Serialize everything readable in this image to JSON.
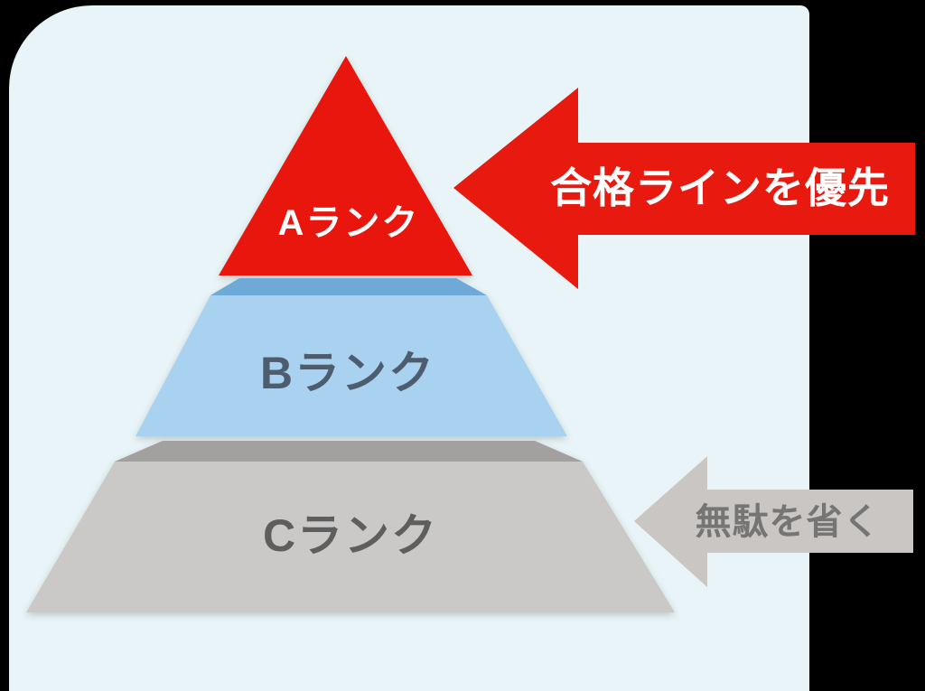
{
  "diagram_title": "priority-pyramid",
  "background": {
    "page_color": "#000000",
    "panel_color": "#e8f4f7"
  },
  "pyramid": {
    "tiers": [
      {
        "id": "a",
        "label": "Aランク",
        "fill": "#e8190f",
        "bevel_fill": "#e8190f",
        "label_color": "#ffffff"
      },
      {
        "id": "b",
        "label": "Bランク",
        "fill": "#a9d2f0",
        "bevel_fill": "#6ea9d8",
        "label_color": "#4e5d6e"
      },
      {
        "id": "c",
        "label": "Cランク",
        "fill": "#cbc9c7",
        "bevel_fill": "#a3a1a0",
        "label_color": "#5e5e5e"
      }
    ]
  },
  "annotations": [
    {
      "id": "pass-line",
      "label": "合格ラインを優先",
      "fill": "#e8190f",
      "label_color": "#ffffff",
      "direction": "left",
      "points_to": "Aランク"
    },
    {
      "id": "cut-waste",
      "label": "無駄を省く",
      "fill": "#c9c6c4",
      "label_color": "#757575",
      "direction": "left",
      "points_to": "Cランク"
    }
  ]
}
